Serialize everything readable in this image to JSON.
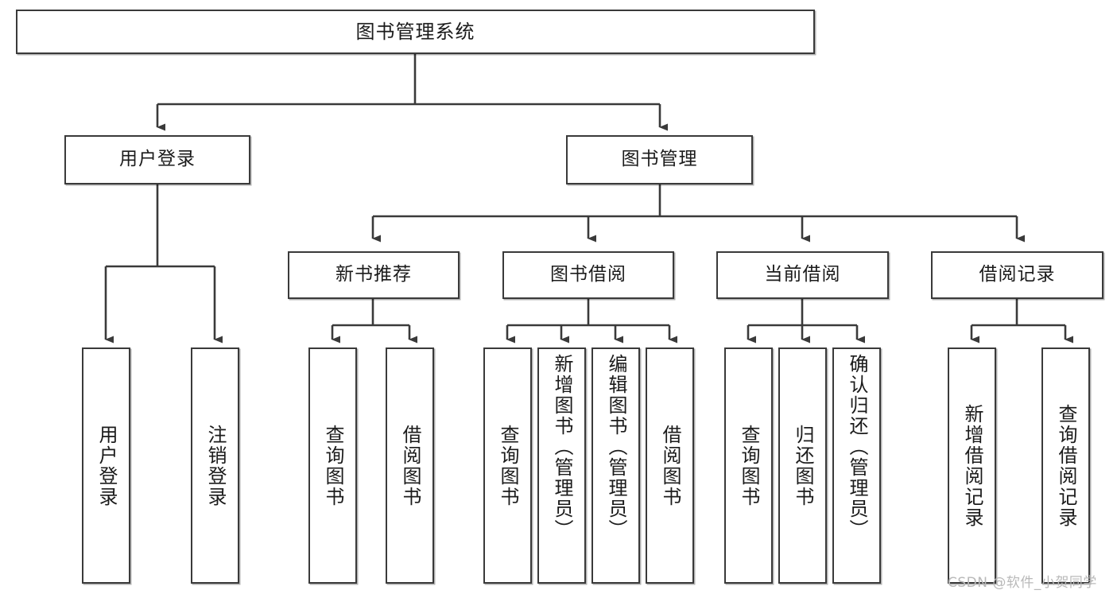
{
  "diagram": {
    "type": "tree",
    "title": "图书管理系统",
    "orientation": "top-down",
    "colors": {
      "box_border": "#3a3a3a",
      "box_fill": "#ffffff",
      "edge": "#3a3a3a",
      "text": "#1b1b1b",
      "watermark": "#b9b9b9"
    },
    "root": {
      "id": "root",
      "label": "图书管理系统"
    },
    "level2": [
      {
        "id": "login",
        "label": "用户登录"
      },
      {
        "id": "bookmgmt",
        "label": "图书管理"
      }
    ],
    "level3": [
      {
        "id": "newbook",
        "label": "新书推荐",
        "parent": "bookmgmt"
      },
      {
        "id": "borrow",
        "label": "图书借阅",
        "parent": "bookmgmt"
      },
      {
        "id": "current",
        "label": "当前借阅",
        "parent": "bookmgmt"
      },
      {
        "id": "record",
        "label": "借阅记录",
        "parent": "bookmgmt"
      }
    ],
    "leaves": {
      "login": [
        {
          "id": "leaf-user-login",
          "label": "用户登录"
        },
        {
          "id": "leaf-user-logout",
          "label": "注销登录"
        }
      ],
      "newbook": [
        {
          "id": "leaf-query-book-1",
          "label": "查询图书"
        },
        {
          "id": "leaf-borrow-book-1",
          "label": "借阅图书"
        }
      ],
      "borrow": [
        {
          "id": "leaf-query-book-2",
          "label": "查询图书"
        },
        {
          "id": "leaf-add-book",
          "label": "新增图书（管理员）"
        },
        {
          "id": "leaf-edit-book",
          "label": "编辑图书（管理员）"
        },
        {
          "id": "leaf-borrow-book-2",
          "label": "借阅图书"
        }
      ],
      "current": [
        {
          "id": "leaf-query-book-3",
          "label": "查询图书"
        },
        {
          "id": "leaf-return-book",
          "label": "归还图书"
        },
        {
          "id": "leaf-confirm-return",
          "label": "确认归还（管理员）"
        }
      ],
      "record": [
        {
          "id": "leaf-add-record",
          "label": "新增借阅记录"
        },
        {
          "id": "leaf-query-record",
          "label": "查询借阅记录"
        }
      ]
    }
  },
  "watermark": {
    "text": "CSDN @软件_小贺同学"
  }
}
